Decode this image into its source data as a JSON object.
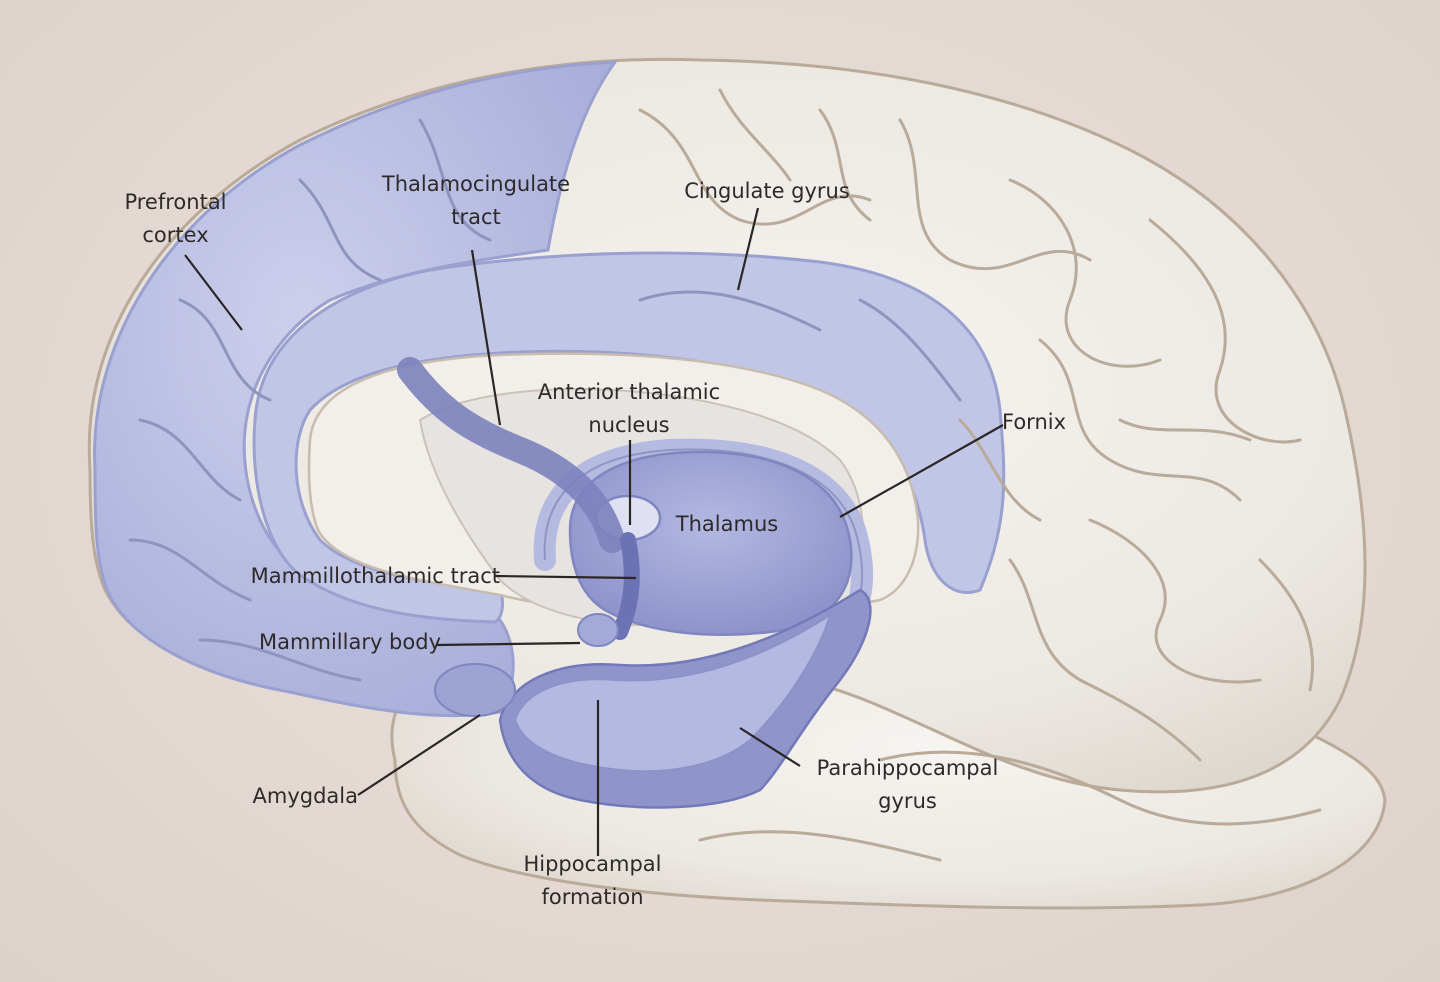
{
  "colors": {
    "background": "#e6dcd6",
    "cortex_white": "#f1eee9",
    "cortex_outline": "#b9aa99",
    "limbic_light": "#c2c6e6",
    "limbic_mid": "#a9afdb",
    "limbic_dark": "#7b82bd",
    "label_text": "#2e2a2a"
  },
  "labels": {
    "prefrontal": [
      "Prefrontal",
      "cortex"
    ],
    "thalamocingulate": [
      "Thalamocingulate",
      "tract"
    ],
    "cingulate": [
      "Cingulate gyrus"
    ],
    "anterior_nucleus": [
      "Anterior thalamic",
      "nucleus"
    ],
    "thalamus": [
      "Thalamus"
    ],
    "fornix": [
      "Fornix"
    ],
    "mammillothalamic": [
      "Mammillothalamic tract"
    ],
    "mammillary": [
      "Mammillary body"
    ],
    "amygdala": [
      "Amygdala"
    ],
    "parahippocampal": [
      "Parahippocampal",
      "gyrus"
    ],
    "hippocampal": [
      "Hippocampal",
      "formation"
    ]
  }
}
